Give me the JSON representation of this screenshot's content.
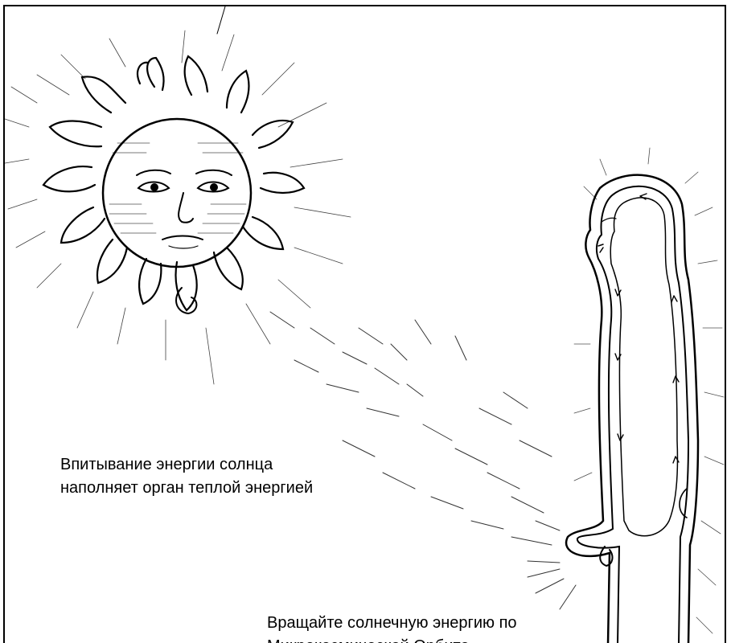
{
  "captions": {
    "sun_absorption": {
      "line1": "Впитывание энергии солнца",
      "line2": "наполняет орган теплой энергией"
    },
    "orbit": {
      "line1": "Вращайте солнечную энергию по",
      "line2": "Микрокосмической Орбите"
    }
  },
  "colors": {
    "ink": "#000000",
    "background": "#ffffff"
  },
  "icons": [
    "sun-face-icon",
    "human-figure-icon",
    "energy-rays-icon",
    "orbit-path-icon"
  ]
}
